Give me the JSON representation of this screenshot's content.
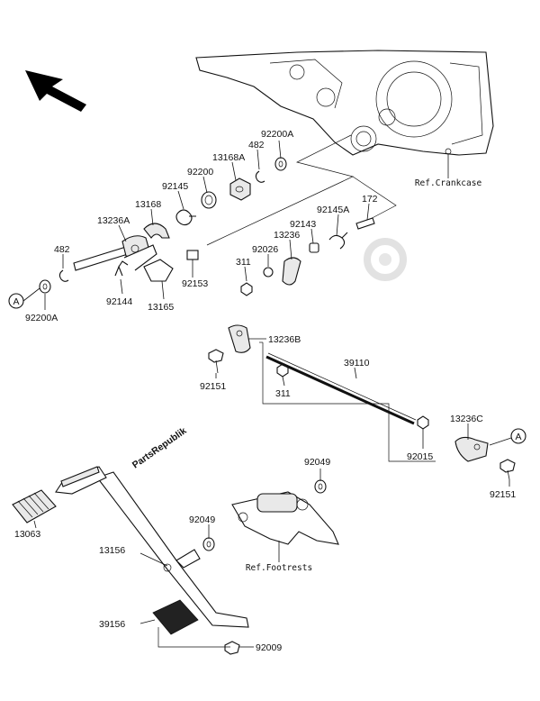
{
  "watermark": "PartsRepublik",
  "refs": {
    "crankcase": "Ref.Crankcase",
    "footrests": "Ref.Footrests"
  },
  "markers": {
    "a_left": "A",
    "a_right": "A"
  },
  "labels": {
    "p92200A_top": "92200A",
    "p482_top": "482",
    "p13168A": "13168A",
    "p92200": "92200",
    "p92145": "92145",
    "p13168": "13168",
    "p13236A": "13236A",
    "p482_left": "482",
    "p92200A_left": "92200A",
    "p92144": "92144",
    "p13165": "13165",
    "p92153": "92153",
    "p311_top": "311",
    "p92026": "92026",
    "p13236": "13236",
    "p92143": "92143",
    "p92145A": "92145A",
    "p172": "172",
    "p13236B": "13236B",
    "p92151_left": "92151",
    "p311_mid": "311",
    "p39110": "39110",
    "p92015": "92015",
    "p13236C": "13236C",
    "p92151_right": "92151",
    "p92049_top": "92049",
    "p92049_left": "92049",
    "p13063": "13063",
    "p13156": "13156",
    "p39156": "39156",
    "p92009": "92009"
  }
}
